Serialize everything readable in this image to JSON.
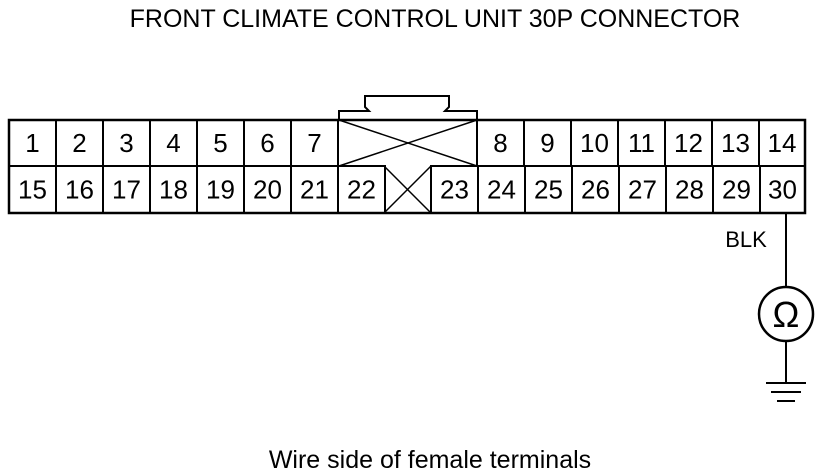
{
  "title": "FRONT CLIMATE CONTROL UNIT 30P CONNECTOR",
  "caption": "Wire side of female terminals",
  "wire_color": "BLK",
  "meter_symbol": "Ω",
  "icons": {
    "meter": "ohmmeter-icon",
    "ground": "ground-icon",
    "latch": "connector-latch-icon",
    "blank": "blank-cavity-icon"
  },
  "row1": [
    "1",
    "2",
    "3",
    "4",
    "5",
    "6",
    "7",
    "8",
    "9",
    "10",
    "11",
    "12",
    "13",
    "14"
  ],
  "row2": [
    "15",
    "16",
    "17",
    "18",
    "19",
    "20",
    "21",
    "22",
    "23",
    "24",
    "25",
    "26",
    "27",
    "28",
    "29",
    "30"
  ],
  "colors": {
    "line": "#000000",
    "background": "#ffffff"
  }
}
